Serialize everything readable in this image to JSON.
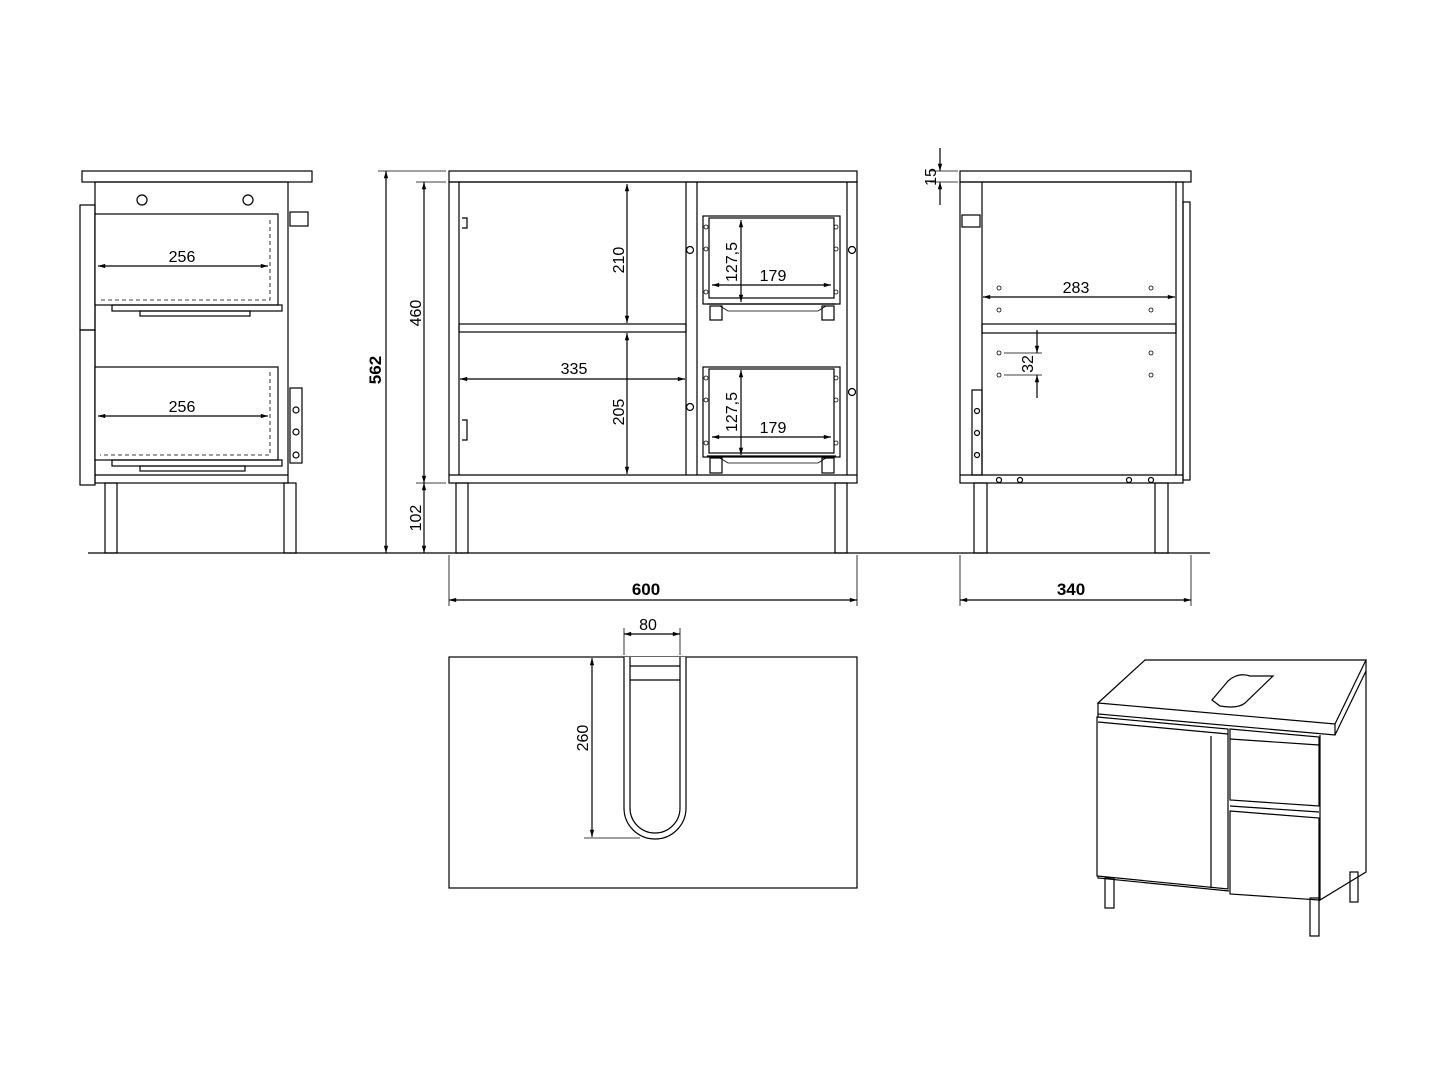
{
  "drawing": {
    "side_view_drawers": {
      "drawer_top_depth": "256",
      "drawer_bottom_depth": "256"
    },
    "front_view": {
      "total_height": "562",
      "body_height": "460",
      "leg_height": "102",
      "width": "600",
      "upper_compartment_height": "210",
      "lower_compartment_height": "205",
      "compartment_width": "335",
      "drawer_top_height": "127,5",
      "drawer_top_width": "179",
      "drawer_bottom_height": "127,5",
      "drawer_bottom_width": "179"
    },
    "side_view": {
      "top_thickness": "15",
      "depth": "340",
      "inner_depth": "283",
      "hole_spacing": "32"
    },
    "top_view": {
      "cutout_width": "80",
      "cutout_depth": "260"
    }
  }
}
